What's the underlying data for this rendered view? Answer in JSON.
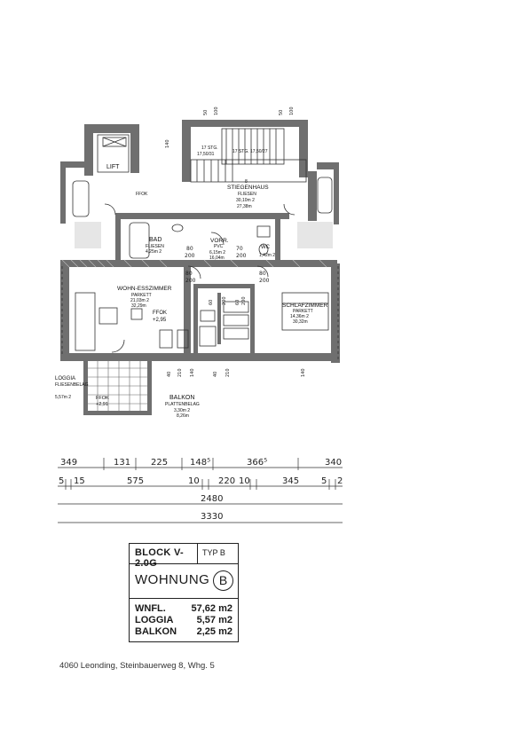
{
  "rooms": {
    "lift": "LIFT",
    "stairwell": {
      "name": "STIEGENHAUS",
      "floor": "FLIESEN",
      "area": "30,10m 2",
      "height": "27,38m"
    },
    "bad": {
      "name": "BAD",
      "floor": "FLIESEN",
      "area": "4,25m 2"
    },
    "vorraum": {
      "name": "VORR.",
      "floor": "PVC",
      "area": "6,15m 2",
      "height": "16,04m"
    },
    "wc": {
      "name": "WC",
      "area": "1,42m 2"
    },
    "wohnen": {
      "name": "WOHN-ESSZIMMER",
      "floor": "PARKETT",
      "area": "21,03m 2",
      "height": "32,29m"
    },
    "schlafen": {
      "name": "SCHLAFZIMMER",
      "floor": "PARKETT",
      "area": "14,36m 2",
      "height": "30,32m"
    },
    "loggia": {
      "name": "LOGGIA",
      "floor": "FLIESENBELAG",
      "area": "5,57m 2"
    },
    "balkon": {
      "name": "BALKON",
      "floor": "PLATTENBELAG",
      "area": "3,30m 2",
      "height": "8,26m"
    }
  },
  "annotations": {
    "ffok": "FFOK",
    "ffok_main": "FFOK",
    "ffok_level": "+2,95",
    "ffok_balcony": "FFOK",
    "ffok_balcony_level": "+2,91",
    "stair_top": "17 STG.",
    "stair_top2": "17,50/31",
    "stair_mid": "17 STG. 17,50/27",
    "stair_num": "8"
  },
  "door_dims": [
    "50",
    "100",
    "50",
    "100",
    "80",
    "200",
    "70",
    "200",
    "80",
    "200",
    "60",
    "200",
    "60",
    "200",
    "80",
    "200",
    "40",
    "210",
    "40",
    "210",
    "140",
    "140",
    "140"
  ],
  "dimensions": {
    "row1": [
      "349",
      "131",
      "225",
      "148⁵",
      "366⁵",
      "340"
    ],
    "row2": [
      "5",
      "15",
      "575",
      "10",
      "220",
      "10",
      "345",
      "5",
      "2"
    ],
    "total": "2480",
    "outer": "3330"
  },
  "infobox": {
    "block": "BLOCK V-2.0G",
    "typ": "TYP B",
    "wohnung": "WOHNUNG",
    "letter": "B",
    "areas": [
      {
        "label": "WNFL.",
        "value": "57,62 m2"
      },
      {
        "label": "LOGGIA",
        "value": "5,57 m2"
      },
      {
        "label": "BALKON",
        "value": "2,25 m2"
      }
    ]
  },
  "address": "4060 Leonding, Steinbauerweg 8, Whg. 5"
}
